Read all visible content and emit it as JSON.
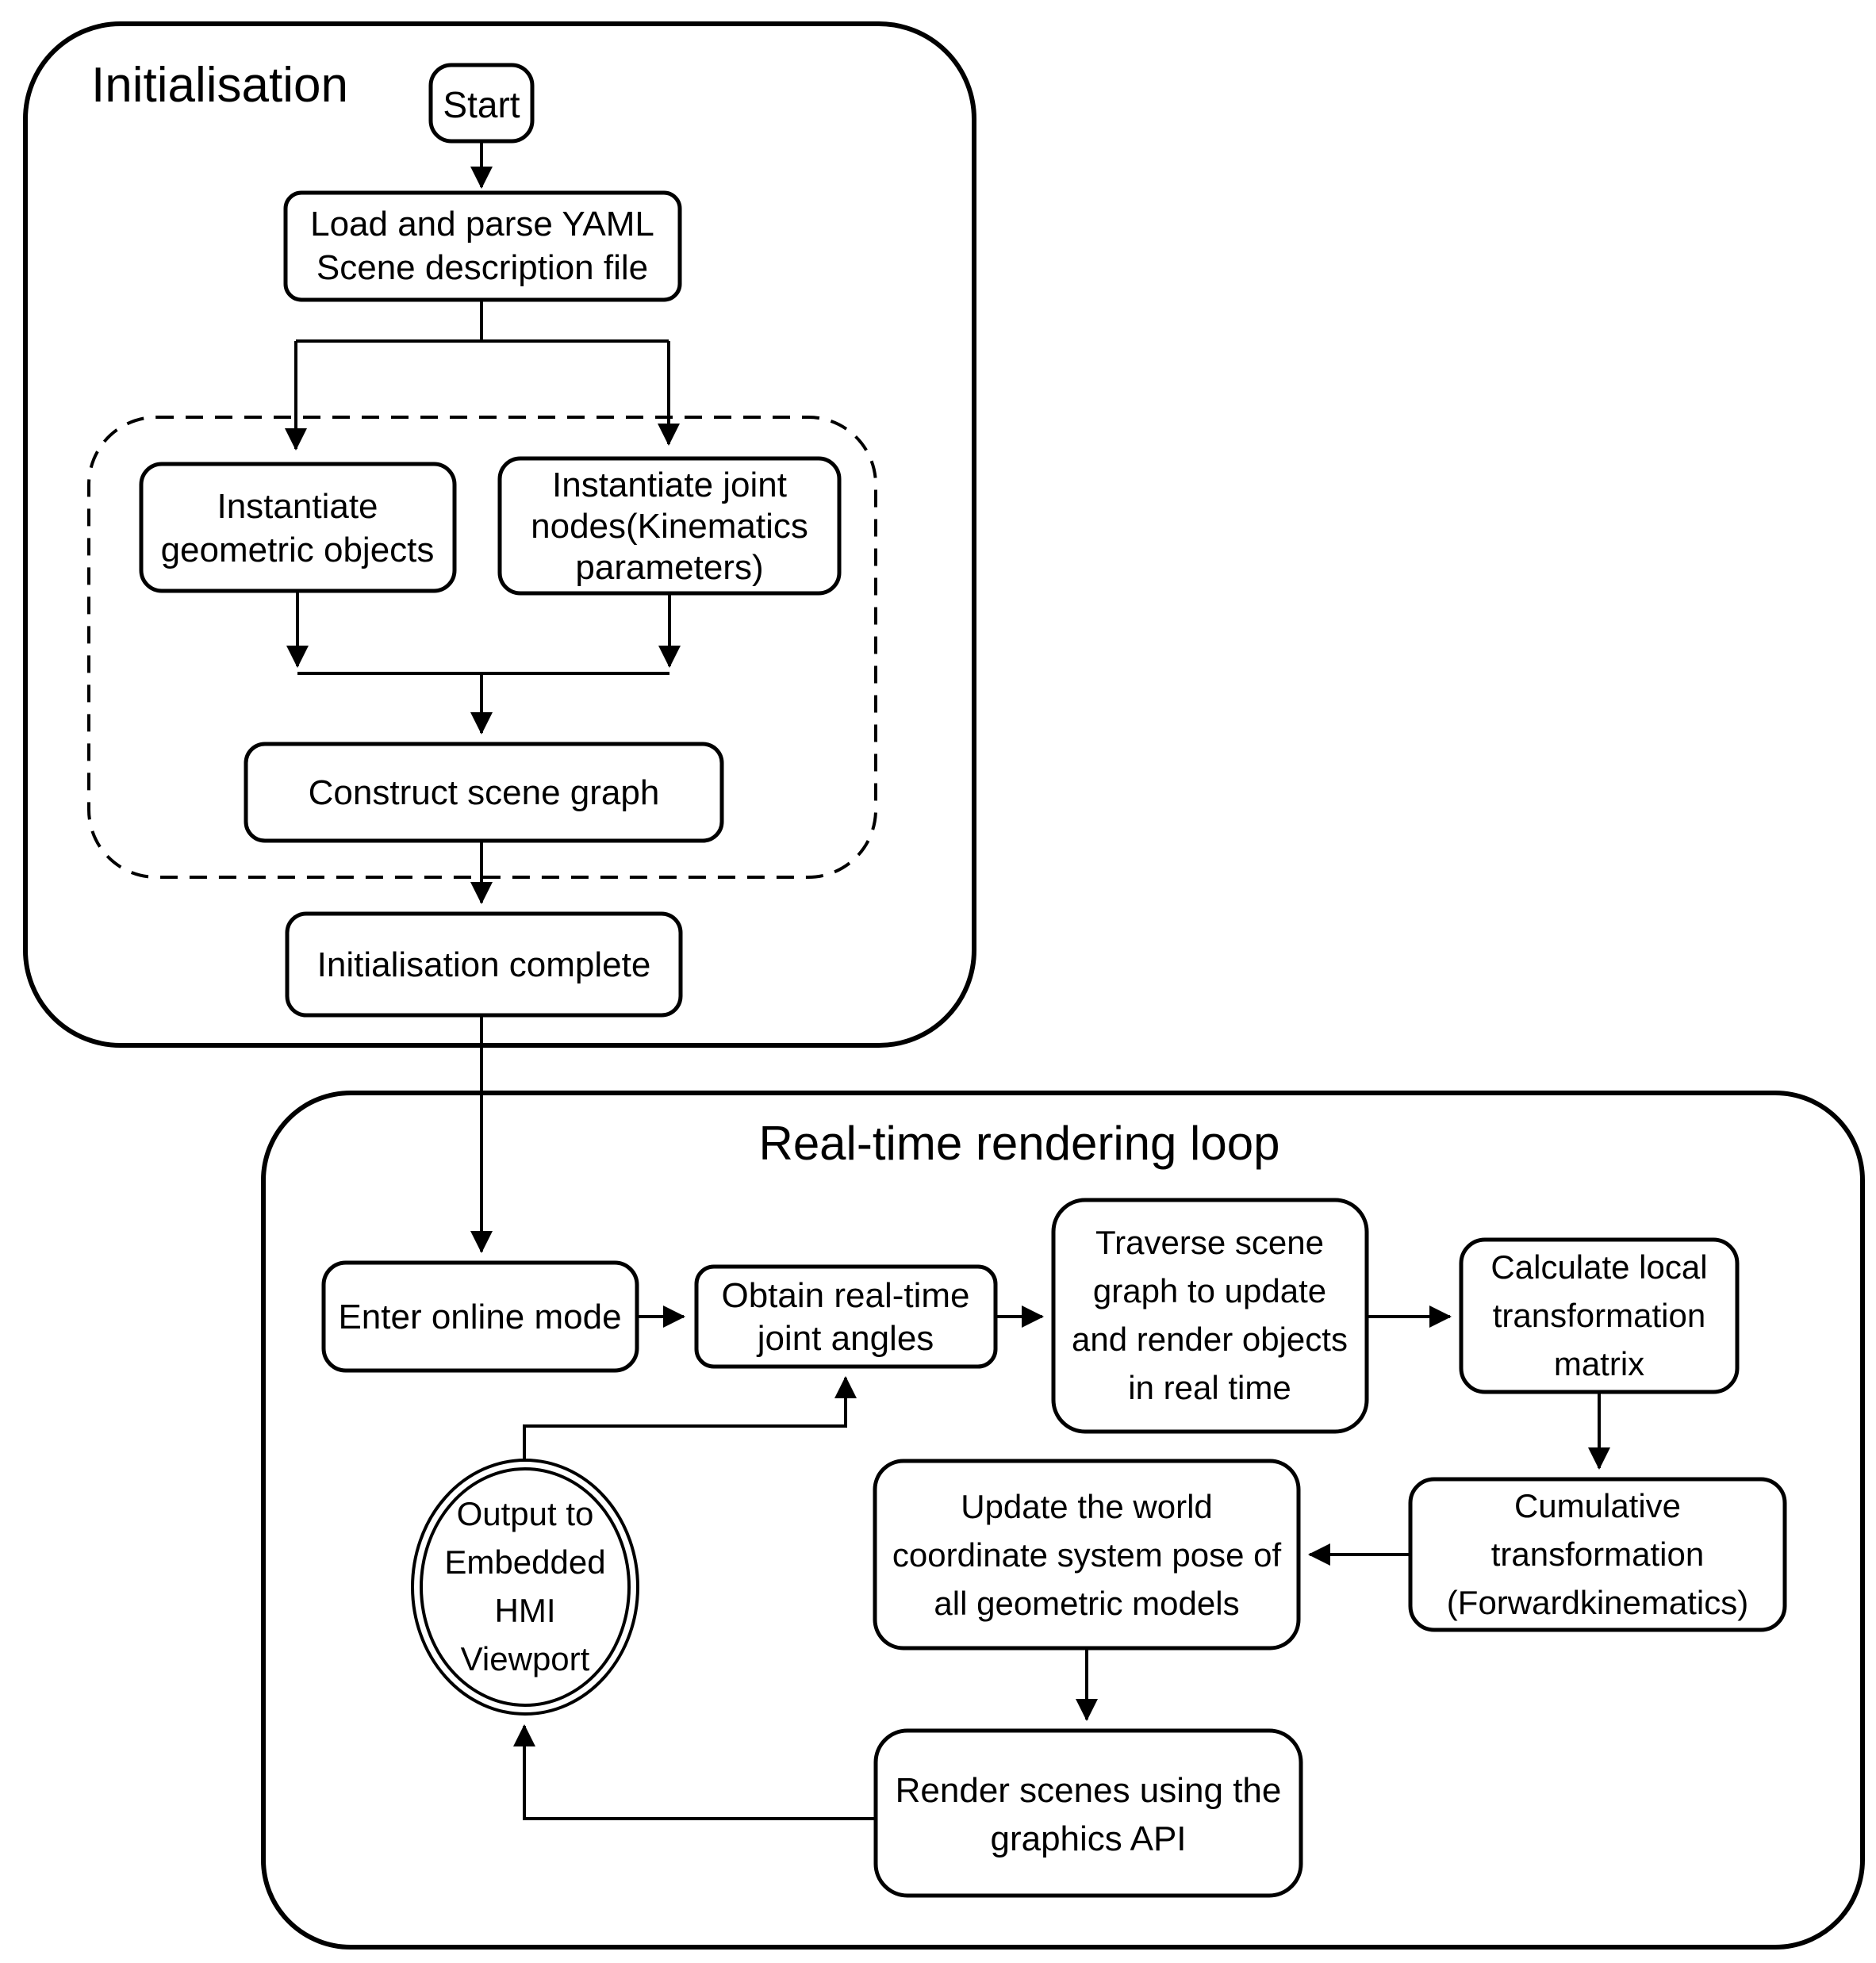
{
  "diagram": {
    "colors": {
      "stroke": "#000000",
      "background": "#ffffff"
    },
    "sections": {
      "initialisation": {
        "label": "Initialisation"
      },
      "rendering_loop": {
        "label": "Real-time rendering loop"
      }
    },
    "nodes": {
      "start": {
        "label": "Start"
      },
      "load_yaml": {
        "lines": [
          "Load and parse YAML",
          "Scene description file"
        ]
      },
      "instantiate_geometric": {
        "lines": [
          "Instantiate",
          "geometric objects"
        ]
      },
      "instantiate_joint": {
        "lines": [
          "Instantiate joint",
          "nodes(Kinematics",
          "parameters)"
        ]
      },
      "construct_scene_graph": {
        "label": "Construct scene graph"
      },
      "initialisation_complete": {
        "label": "Initialisation complete"
      },
      "enter_online_mode": {
        "label": "Enter online mode"
      },
      "obtain_joint_angles": {
        "lines": [
          "Obtain real-time",
          "joint angles"
        ]
      },
      "traverse_scene_graph": {
        "lines": [
          "Traverse scene",
          "graph to update",
          "and render objects",
          "in real time"
        ]
      },
      "calculate_local_matrix": {
        "lines": [
          "Calculate local",
          "transformation",
          "matrix"
        ]
      },
      "cumulative_transformation": {
        "lines": [
          "Cumulative",
          "transformation",
          "(Forwardkinematics)"
        ]
      },
      "update_world_pose": {
        "lines": [
          "Update the world",
          "coordinate system pose of",
          "all geometric models"
        ]
      },
      "render_scenes": {
        "lines": [
          "Render scenes using the",
          "graphics API"
        ]
      },
      "output_hmi_viewport": {
        "lines": [
          "Output to",
          "Embedded",
          "HMI",
          "Viewport"
        ]
      }
    }
  }
}
